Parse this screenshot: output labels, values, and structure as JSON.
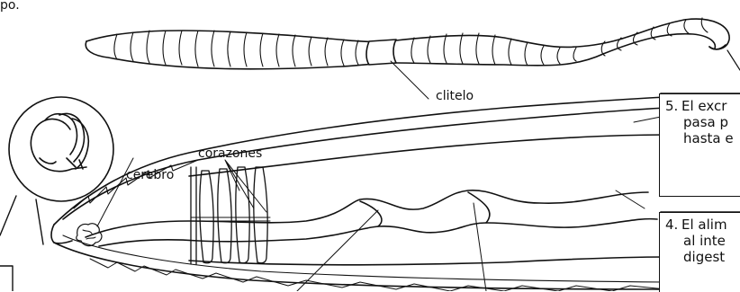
{
  "labels": {
    "top_left": "po.",
    "clitelo": "clitelo",
    "corazones": "corazones",
    "cerebro": "cerebro"
  },
  "callouts": {
    "step5": {
      "number": "5.",
      "line1": "El excr",
      "line2": "pasa p",
      "line3": "hasta e"
    },
    "step4": {
      "number": "4.",
      "line1": "El alim",
      "line2": "al inte",
      "line3": "digest"
    }
  }
}
